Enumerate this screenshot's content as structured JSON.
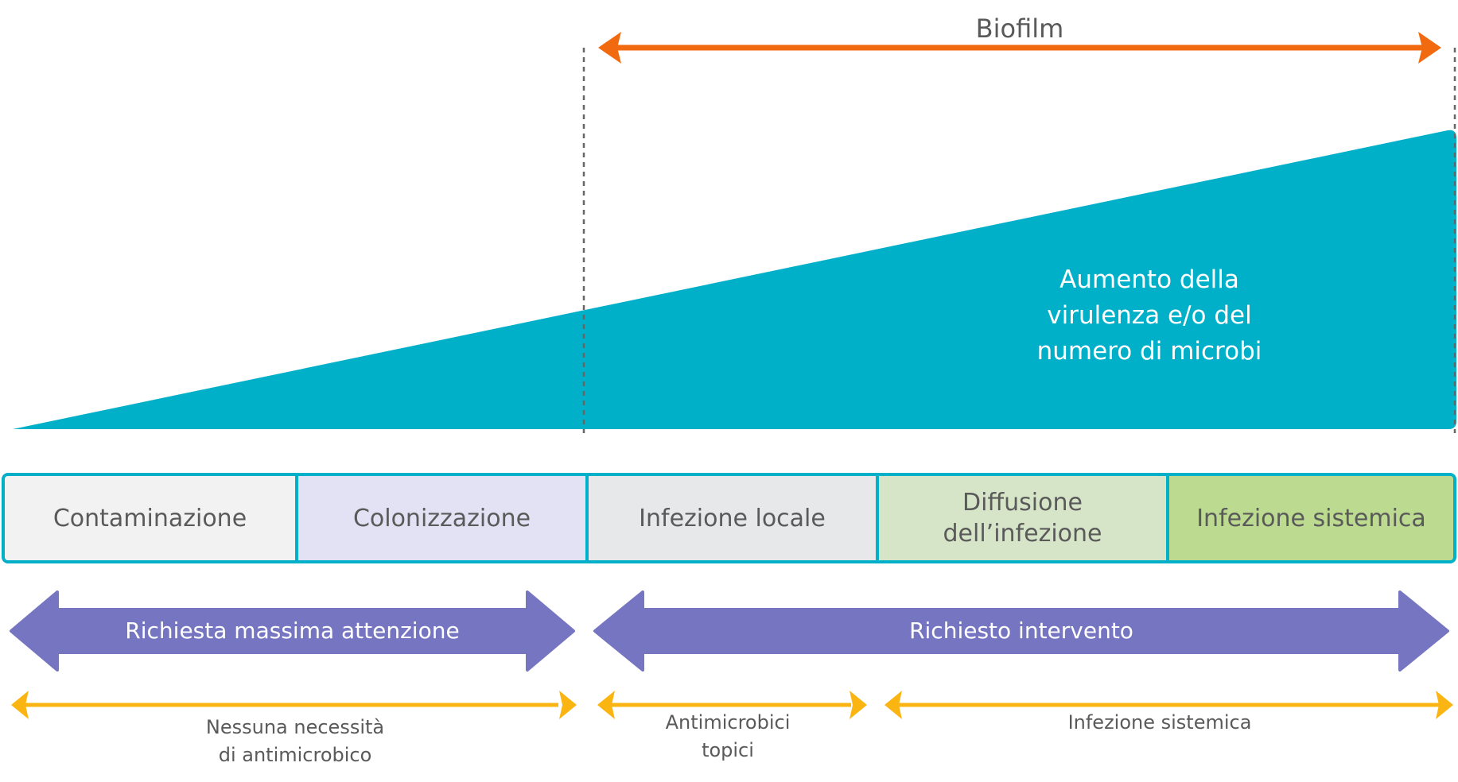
{
  "biofilm": {
    "label": "Biofilm",
    "color": "#f26a10"
  },
  "triangle": {
    "label_lines": [
      "Aumento della",
      "virulenza e/o del",
      "numero di microbi"
    ],
    "color": "#00b0c9"
  },
  "stages": [
    {
      "label_lines": [
        "Contaminazione"
      ],
      "color": "#f2f2f2"
    },
    {
      "label_lines": [
        "Colonizzazione"
      ],
      "color": "#e2e2f4"
    },
    {
      "label_lines": [
        "Infezione locale"
      ],
      "color": "#e6e8e9"
    },
    {
      "label_lines": [
        "Diffusione",
        "dell’infezione"
      ],
      "color": "#d6e5c8"
    },
    {
      "label_lines": [
        "Infezione sistemica"
      ],
      "color": "#bcdb90"
    }
  ],
  "attention_arrows": {
    "color": "#7575c2",
    "left_label": "Richiesta massima attenzione",
    "right_label": "Richiesto intervento"
  },
  "treatment_arrows": {
    "color": "#fbb512",
    "items": [
      {
        "label_lines": [
          "Nessuna necessità",
          "di antimicrobico"
        ]
      },
      {
        "label_lines": [
          "Antimicrobici",
          "topici"
        ]
      },
      {
        "label_lines": [
          "Infezione sistemica"
        ]
      }
    ]
  }
}
